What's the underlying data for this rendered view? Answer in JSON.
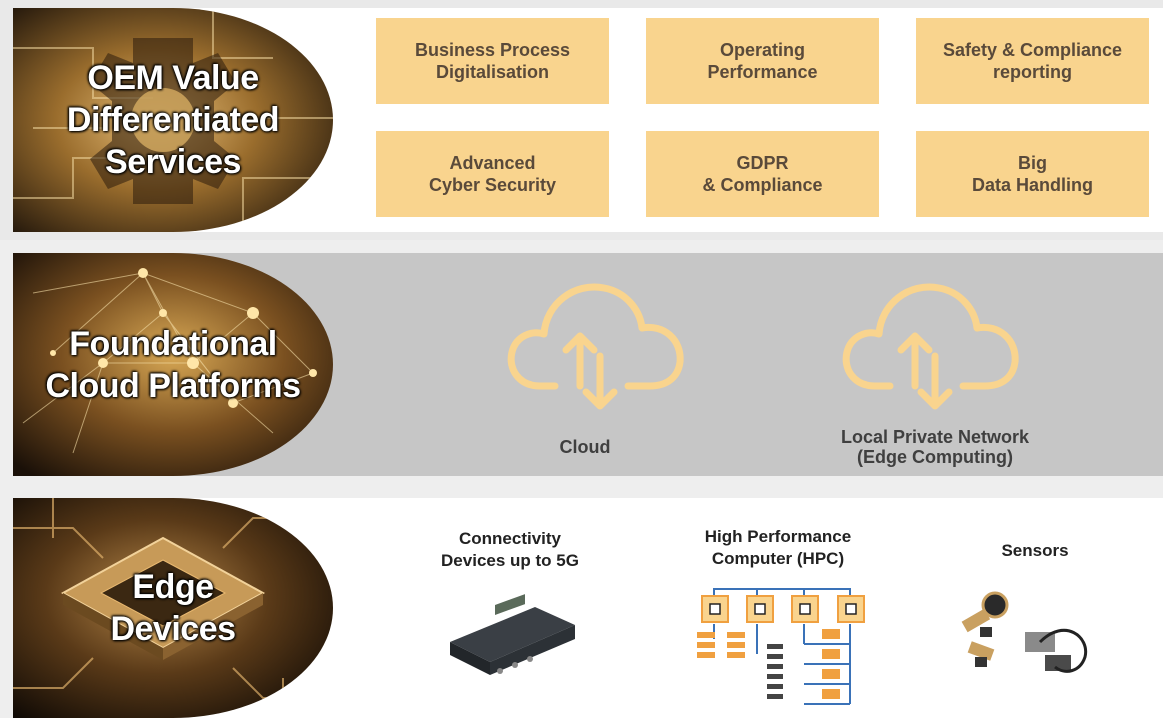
{
  "colors": {
    "box_fill": "#f9d48e",
    "box_text": "#5a4a3a",
    "cloud_icon": "#f9d48e",
    "band_gray": "#c6c6c6",
    "hpc_orange": "#f0a040",
    "hpc_blue": "#3a72b8"
  },
  "layers": {
    "services": {
      "title": "OEM Value\nDifferentiated\nServices",
      "boxes": [
        "Business Process\nDigitalisation",
        "Operating\nPerformance",
        "Safety & Compliance\nreporting",
        "Advanced\nCyber Security",
        "GDPR\n& Compliance",
        "Big\nData Handling"
      ]
    },
    "platforms": {
      "title": "Foundational\nCloud Platforms",
      "items": [
        {
          "label": "Cloud",
          "icon": "cloud-sync-icon"
        },
        {
          "label": "Local Private Network\n(Edge Computing)",
          "icon": "cloud-sync-icon"
        }
      ]
    },
    "edge": {
      "title": "Edge\nDevices",
      "devices": [
        {
          "label": "Connectivity\nDevices up to 5G",
          "image": "connectivity-device-image"
        },
        {
          "label": "High Performance\nComputer (HPC)",
          "image": "hpc-diagram"
        },
        {
          "label": "Sensors",
          "image": "sensors-image"
        }
      ]
    }
  }
}
